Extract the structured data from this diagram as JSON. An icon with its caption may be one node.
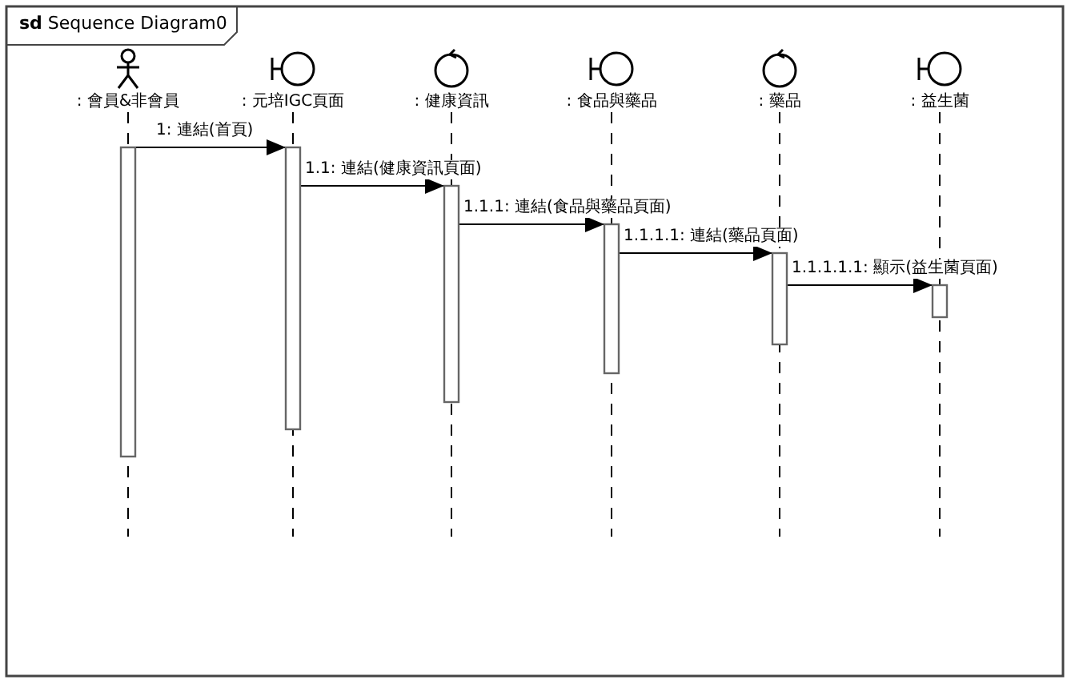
{
  "diagram": {
    "title": "**sd** Sequence Diagram0",
    "nodes": [
      {
        "text": [
          ": 會員&非會員"
        ]
      },
      {
        "text": [
          ": 元培IGC頁面"
        ]
      },
      {
        "text": [
          ": 健康資訊"
        ]
      },
      {
        "text": [
          ": 食品與藥品"
        ]
      },
      {
        "text": [
          ": 藥品"
        ]
      },
      {
        "text": [
          ": 益生菌"
        ]
      }
    ],
    "edges": [
      {
        "from": 0,
        "to": 1,
        "arrow": "to",
        "label": "1: 連結(首頁)"
      },
      {
        "from": 1,
        "to": 2,
        "arrow": "to",
        "label": "1.1: 連結(健康資訊頁面)"
      },
      {
        "from": 2,
        "to": 3,
        "arrow": "to",
        "label": "1.1.1: 連結(食品與藥品頁面)"
      },
      {
        "from": 3,
        "to": 4,
        "arrow": "to",
        "label": "1.1.1.1: 連結(藥品頁面)"
      },
      {
        "from": 4,
        "to": 5,
        "arrow": "to",
        "label": "1.1.1.1.1: 顯示(益生菌頁面)"
      }
    ]
  }
}
